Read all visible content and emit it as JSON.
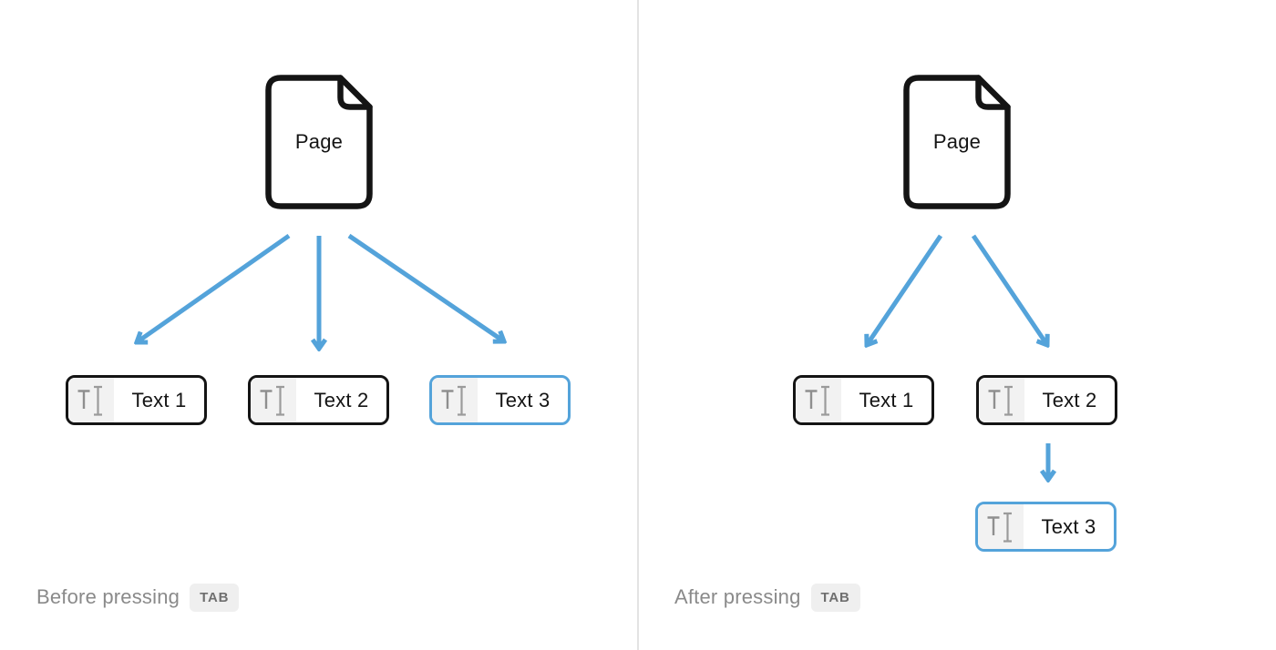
{
  "colors": {
    "accent_blue": "#54a3da",
    "outline_black": "#141414",
    "caption_gray": "#8a8a8a",
    "badge_bg": "#efefef",
    "badge_text": "#6f6f6f",
    "block_type_cell_bg": "#f2f2f2",
    "icon_gray": "#9a9a9a",
    "divider_gray": "#e3e3e3"
  },
  "icons": {
    "page": "document-with-folded-corner-icon",
    "block_type": "text-cursor-icon",
    "arrow": "blue-arrow"
  },
  "panels": [
    {
      "id": "before",
      "caption": "Before pressing",
      "key_label": "TAB",
      "page_label": "Page",
      "blocks": [
        {
          "label": "Text 1",
          "selected": false
        },
        {
          "label": "Text 2",
          "selected": false
        },
        {
          "label": "Text 3",
          "selected": true
        }
      ],
      "arrows": [
        {
          "from": "page",
          "to": "text-1"
        },
        {
          "from": "page",
          "to": "text-2"
        },
        {
          "from": "page",
          "to": "text-3"
        }
      ]
    },
    {
      "id": "after",
      "caption": "After pressing",
      "key_label": "TAB",
      "page_label": "Page",
      "blocks": [
        {
          "label": "Text 1",
          "selected": false
        },
        {
          "label": "Text 2",
          "selected": false
        },
        {
          "label": "Text 3",
          "selected": true
        }
      ],
      "arrows": [
        {
          "from": "page",
          "to": "text-1"
        },
        {
          "from": "page",
          "to": "text-2"
        },
        {
          "from": "text-2",
          "to": "text-3"
        }
      ]
    }
  ]
}
